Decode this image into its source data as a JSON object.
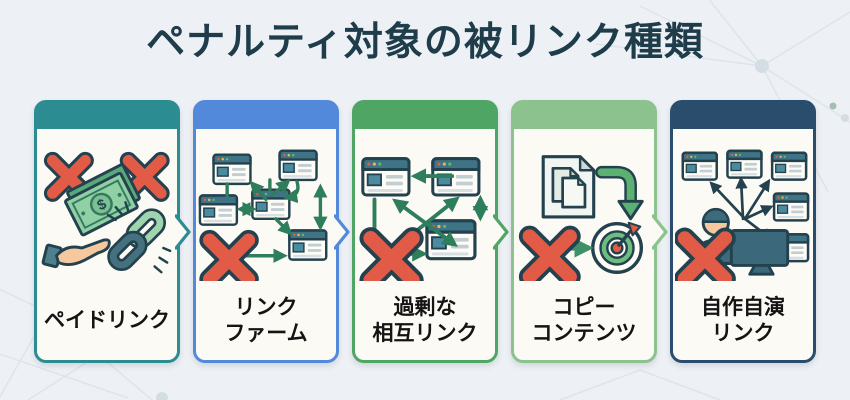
{
  "title": "ペナルティ対象の被リンク種類",
  "cards": [
    {
      "id": "paid-link",
      "label": "ペイドリンク",
      "color": "#2b8c92",
      "icon": "paid-link-icon"
    },
    {
      "id": "link-farm",
      "label": "リンク\nファーム",
      "color": "#5289db",
      "icon": "link-farm-icon"
    },
    {
      "id": "mutual-links",
      "label": "過剰な\n相互リンク",
      "color": "#4ea564",
      "icon": "mutual-links-icon"
    },
    {
      "id": "copy-content",
      "label": "コピー\nコンテンツ",
      "color": "#8bc28e",
      "icon": "copy-content-icon"
    },
    {
      "id": "self-made-link",
      "label": "自作自演\nリンク",
      "color": "#2b4d6d",
      "icon": "self-made-link-icon"
    }
  ],
  "colors": {
    "background": "#edf1f5",
    "card_background": "#fbfaf4",
    "title_text": "#1e3c49",
    "label_text": "#141414",
    "x_mark_red": "#e25b47",
    "outline_dark": "#24414e",
    "arrow_green": "#2e7d5b",
    "money_green": "#8fd0a4",
    "skin_tone": "#f6c8a0",
    "teal_ui": "#3f7486"
  }
}
